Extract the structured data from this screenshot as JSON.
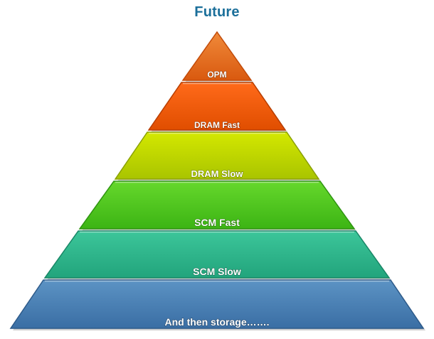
{
  "title": "Future",
  "tiers": [
    {
      "label": "OPM",
      "color_top": "#f08a3a",
      "color_bottom": "#d9590f",
      "edge": "#c24a08"
    },
    {
      "label": "DRAM Fast",
      "color_top": "#ff6a1a",
      "color_bottom": "#e04e00",
      "edge": "#b83e00"
    },
    {
      "label": "DRAM Slow",
      "color_top": "#d4e800",
      "color_bottom": "#a9c400",
      "edge": "#8aa100"
    },
    {
      "label": "SCM Fast",
      "color_top": "#66d82c",
      "color_bottom": "#3cb414",
      "edge": "#2e9410"
    },
    {
      "label": "SCM Slow",
      "color_top": "#3cc69a",
      "color_bottom": "#22a47c",
      "edge": "#188666"
    },
    {
      "label": "And then storage…….",
      "color_top": "#5c93c4",
      "color_bottom": "#3a6ea4",
      "edge": "#2d5a8a"
    }
  ]
}
